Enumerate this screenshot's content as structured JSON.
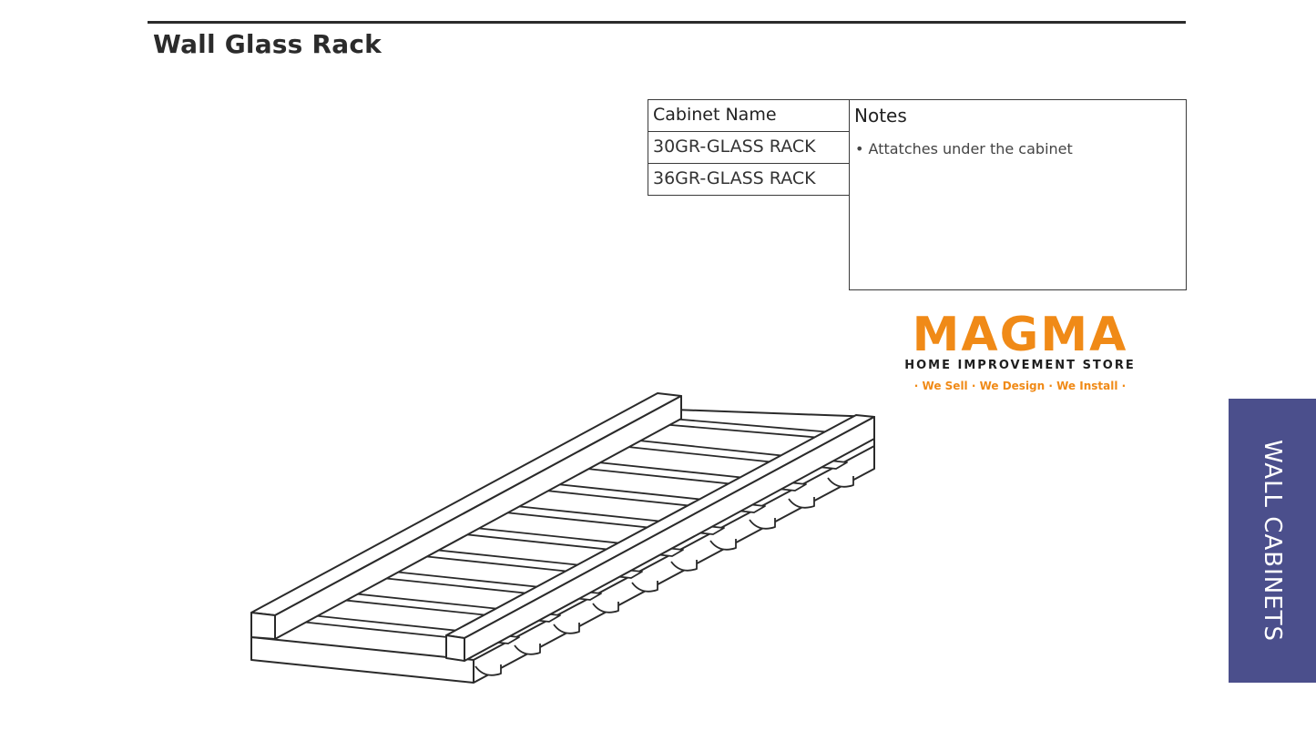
{
  "page": {
    "title": "Wall Glass Rack"
  },
  "table": {
    "header_name": "Cabinet Name",
    "header_notes": "Notes",
    "rows": [
      {
        "name": "30GR-GLASS RACK"
      },
      {
        "name": "36GR-GLASS RACK"
      }
    ],
    "notes": [
      "• Attatches under the cabinet"
    ]
  },
  "logo": {
    "word": "MAGMA",
    "subtitle": "HOME IMPROVEMENT STORE",
    "tagline": "· We Sell · We Design · We Install ·",
    "brand_color": "#f08a17"
  },
  "side_tab": {
    "label": "WALL CABINETS",
    "color": "#4b4f8c"
  },
  "illustration": {
    "icon": "glass-rack-drawing"
  }
}
